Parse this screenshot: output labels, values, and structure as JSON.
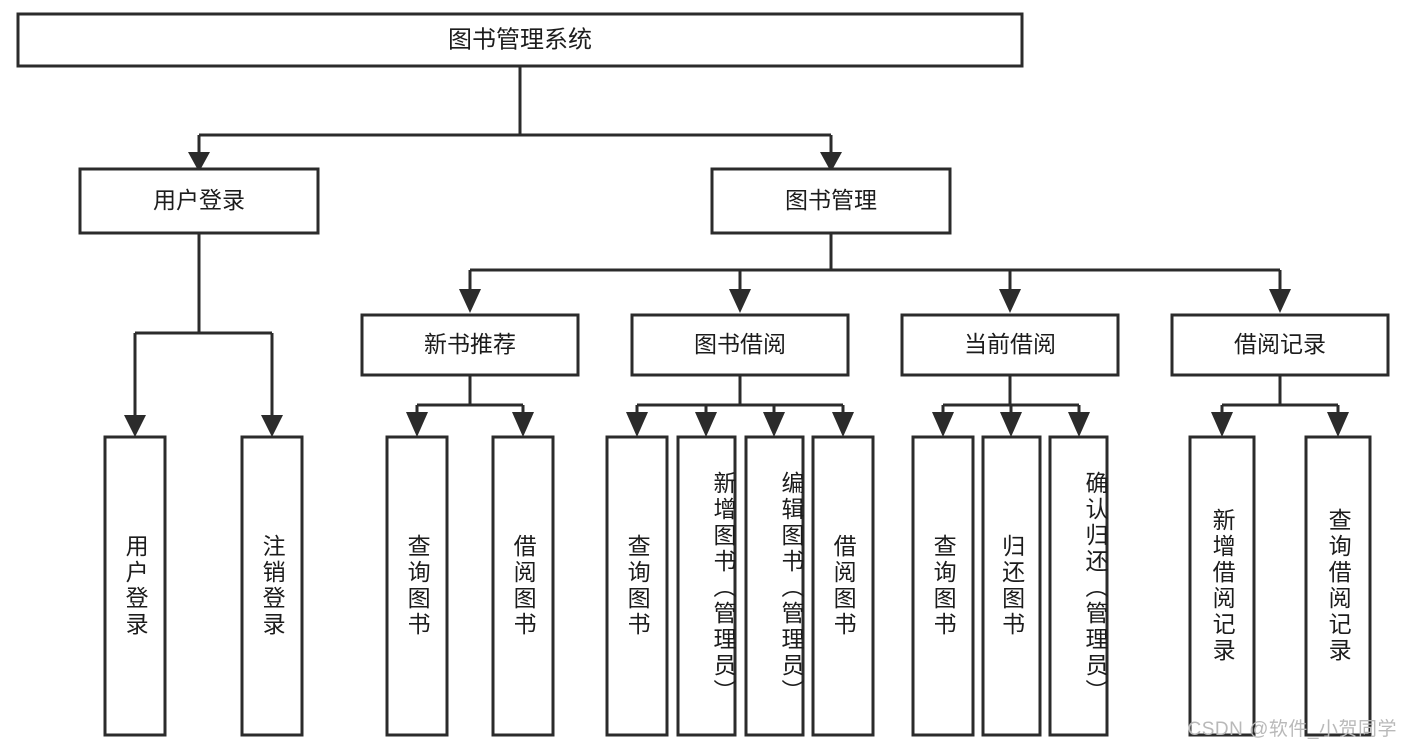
{
  "diagram": {
    "type": "tree-flowchart",
    "title": "图书管理系统",
    "background_color": "#ffffff",
    "line_color": "#2b2b2b",
    "text_color": "#1c1c1c",
    "root": {
      "label": "图书管理系统"
    },
    "level2": [
      {
        "label": "用户登录"
      },
      {
        "label": "图书管理"
      }
    ],
    "level3": [
      {
        "label": "新书推荐"
      },
      {
        "label": "图书借阅"
      },
      {
        "label": "当前借阅"
      },
      {
        "label": "借阅记录"
      }
    ],
    "leaves": {
      "user_login": [
        {
          "label": "用户登录"
        },
        {
          "label": "注销登录"
        }
      ],
      "new_book_recommend": [
        {
          "label": "查询图书"
        },
        {
          "label": "借阅图书"
        }
      ],
      "book_borrow": [
        {
          "label": "查询图书"
        },
        {
          "label": "新增图书（管理员）"
        },
        {
          "label": "编辑图书（管理员）"
        },
        {
          "label": "借阅图书"
        }
      ],
      "current_borrow": [
        {
          "label": "查询图书"
        },
        {
          "label": "归还图书"
        },
        {
          "label": "确认归还（管理员）"
        }
      ],
      "borrow_record": [
        {
          "label": "新增借阅记录"
        },
        {
          "label": "查询借阅记录"
        }
      ]
    }
  },
  "watermark": {
    "text": "CSDN @软件_小贺同学"
  }
}
